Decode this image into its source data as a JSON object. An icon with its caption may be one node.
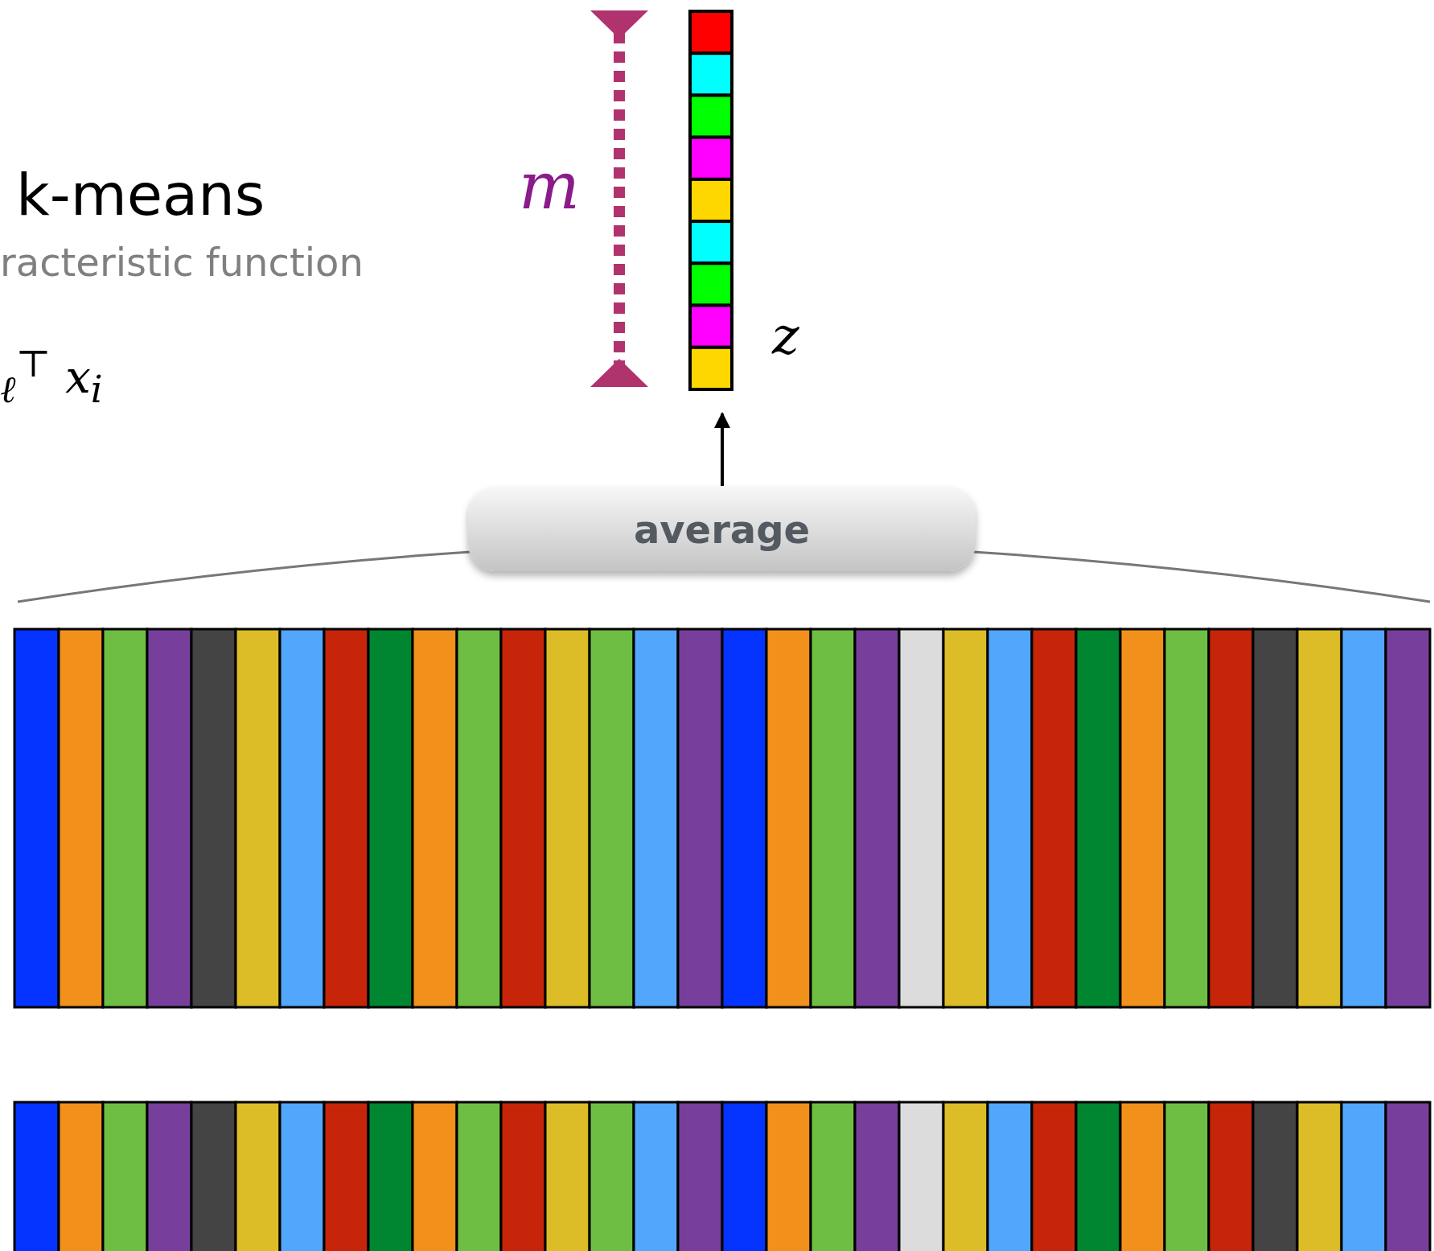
{
  "diagram": {
    "nodes": [
      {
        "text": [
          "average"
        ]
      },
      {
        "text": [],
        "shape": "bar",
        "beside": [
          "z"
        ]
      }
    ],
    "edges": [
      {
        "from": 0,
        "to": 1,
        "arrow": "to"
      }
    ],
    "labels": [
      "k-means",
      "racteristic function",
      "$_{ℓ}$$^{⊤}$ *x*$_{i}$",
      "m"
    ]
  }
}
